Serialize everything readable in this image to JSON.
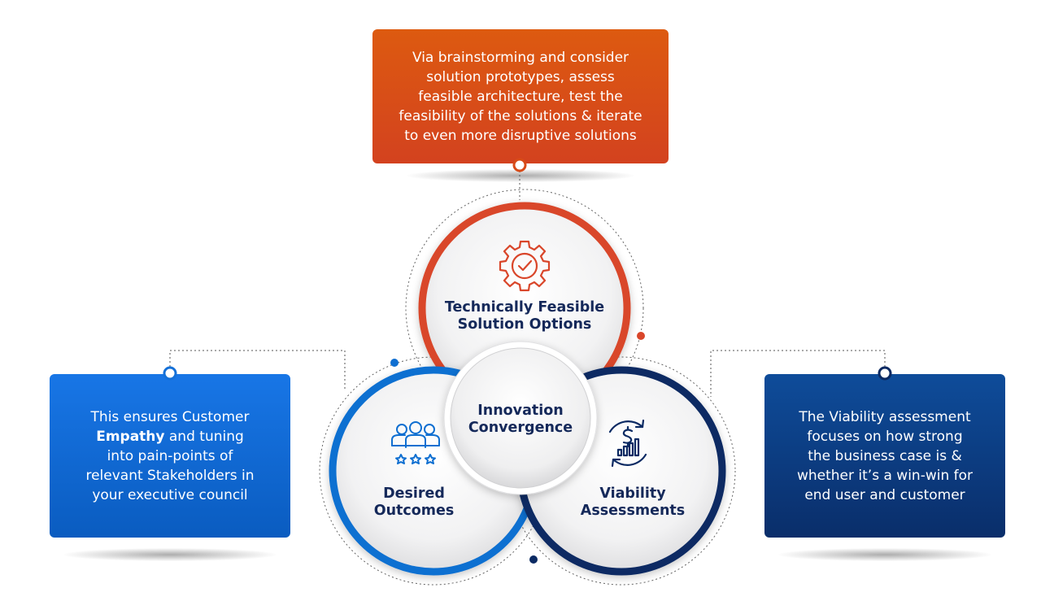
{
  "diagram": {
    "top_box": {
      "lines": [
        "Via brainstorming and consider",
        "solution prototypes, assess",
        "feasible architecture, test the",
        "feasibility of the solutions & iterate",
        "to even more disruptive solutions"
      ],
      "color": "#d84b18"
    },
    "left_box": {
      "line1": "This ensures Customer",
      "bold_word": "Empathy",
      "line2_rest": " and tuning",
      "line3": "into pain-points of",
      "line4": "relevant Stakeholders in",
      "line5": "your executive council",
      "color": "#1470d8"
    },
    "right_box": {
      "lines": [
        "The Viability assessment",
        "focuses on how strong",
        "the business case is &",
        "whether it’s a win-win for",
        "end user and customer"
      ],
      "color": "#0b3a80"
    },
    "circles": {
      "top": {
        "line1": "Technically Feasible",
        "line2": "Solution Options",
        "icon": "gear-check-icon",
        "ring_color": "#d9462a"
      },
      "left": {
        "line1": "Desired",
        "line2": "Outcomes",
        "icon": "team-rating-icon",
        "ring_color": "#0f6fd1"
      },
      "right": {
        "line1": "Viability",
        "line2": "Assessments",
        "icon": "dollar-growth-icon",
        "ring_color": "#0b2a63"
      },
      "center": {
        "line1": "Innovation",
        "line2": "Convergence"
      }
    }
  }
}
